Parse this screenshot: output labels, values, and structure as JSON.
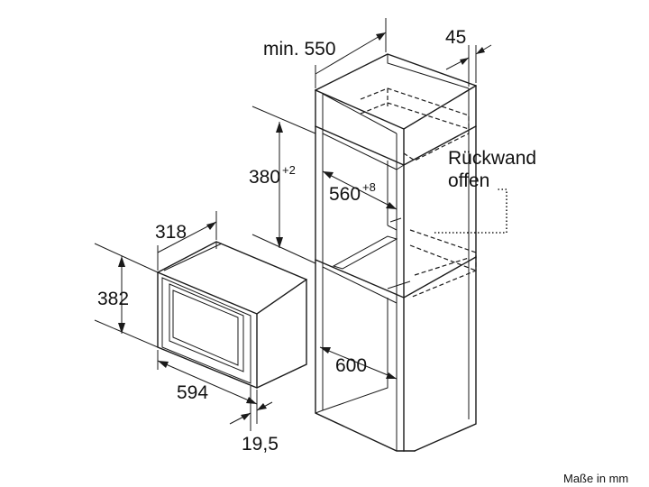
{
  "dimensions": {
    "cabinet_width": "min. 550",
    "side_wall": "45",
    "niche_height": "380",
    "niche_height_tol": "+2",
    "niche_width": "560",
    "niche_width_tol": "+8",
    "cabinet_depth": "600",
    "appliance_depth": "318",
    "appliance_height": "382",
    "appliance_width": "594",
    "front_protrusion": "19,5"
  },
  "labels": {
    "back_wall_line1": "Rückwand",
    "back_wall_line2": "offen",
    "units_note": "Maße in mm"
  }
}
